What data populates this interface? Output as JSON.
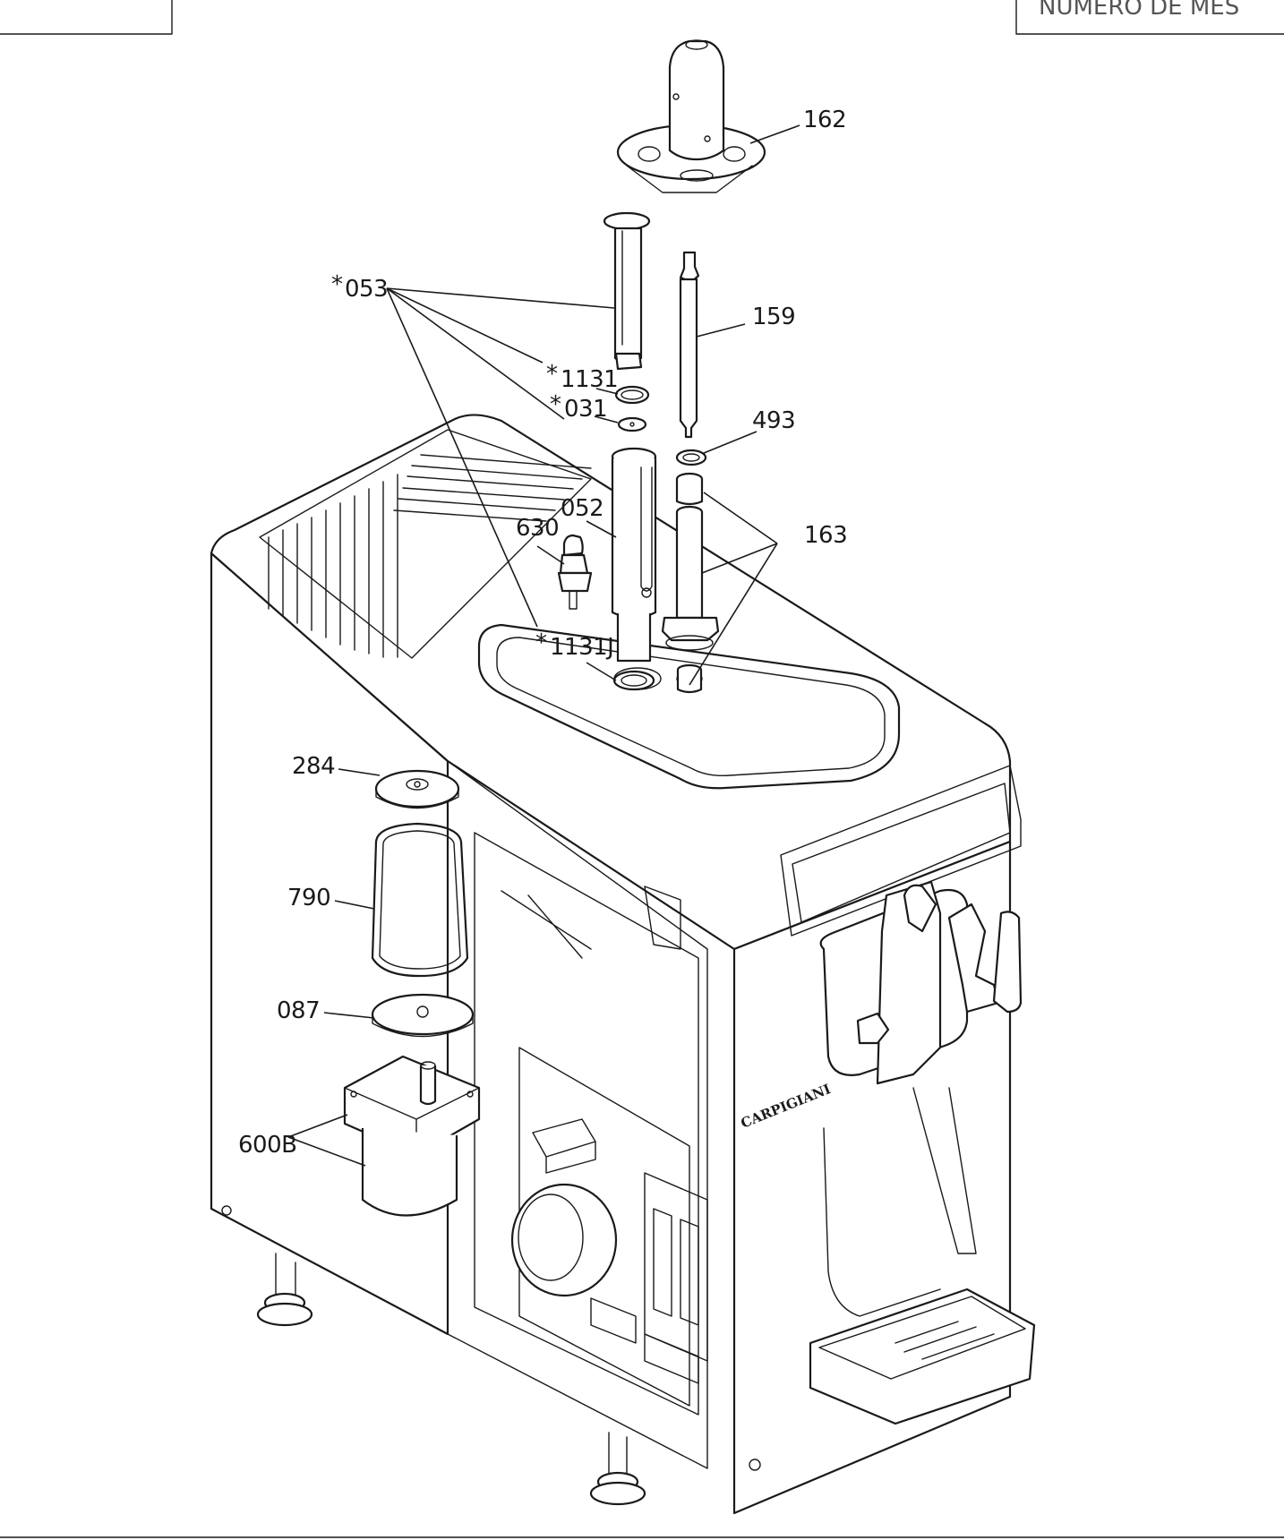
{
  "header": {
    "right_box_text": "NÚMERO DE MES"
  },
  "brand": "CARPIGIANI",
  "callouts": {
    "p162": "162",
    "p053": "053",
    "p159": "159",
    "p1131": "1131",
    "p031": "031",
    "p493": "493",
    "p052": "052",
    "p163": "163",
    "p630": "630",
    "p1131J": "1131J",
    "p284": "284",
    "p790": "790",
    "p087": "087",
    "p600B": "600B"
  },
  "asterisk": "*"
}
